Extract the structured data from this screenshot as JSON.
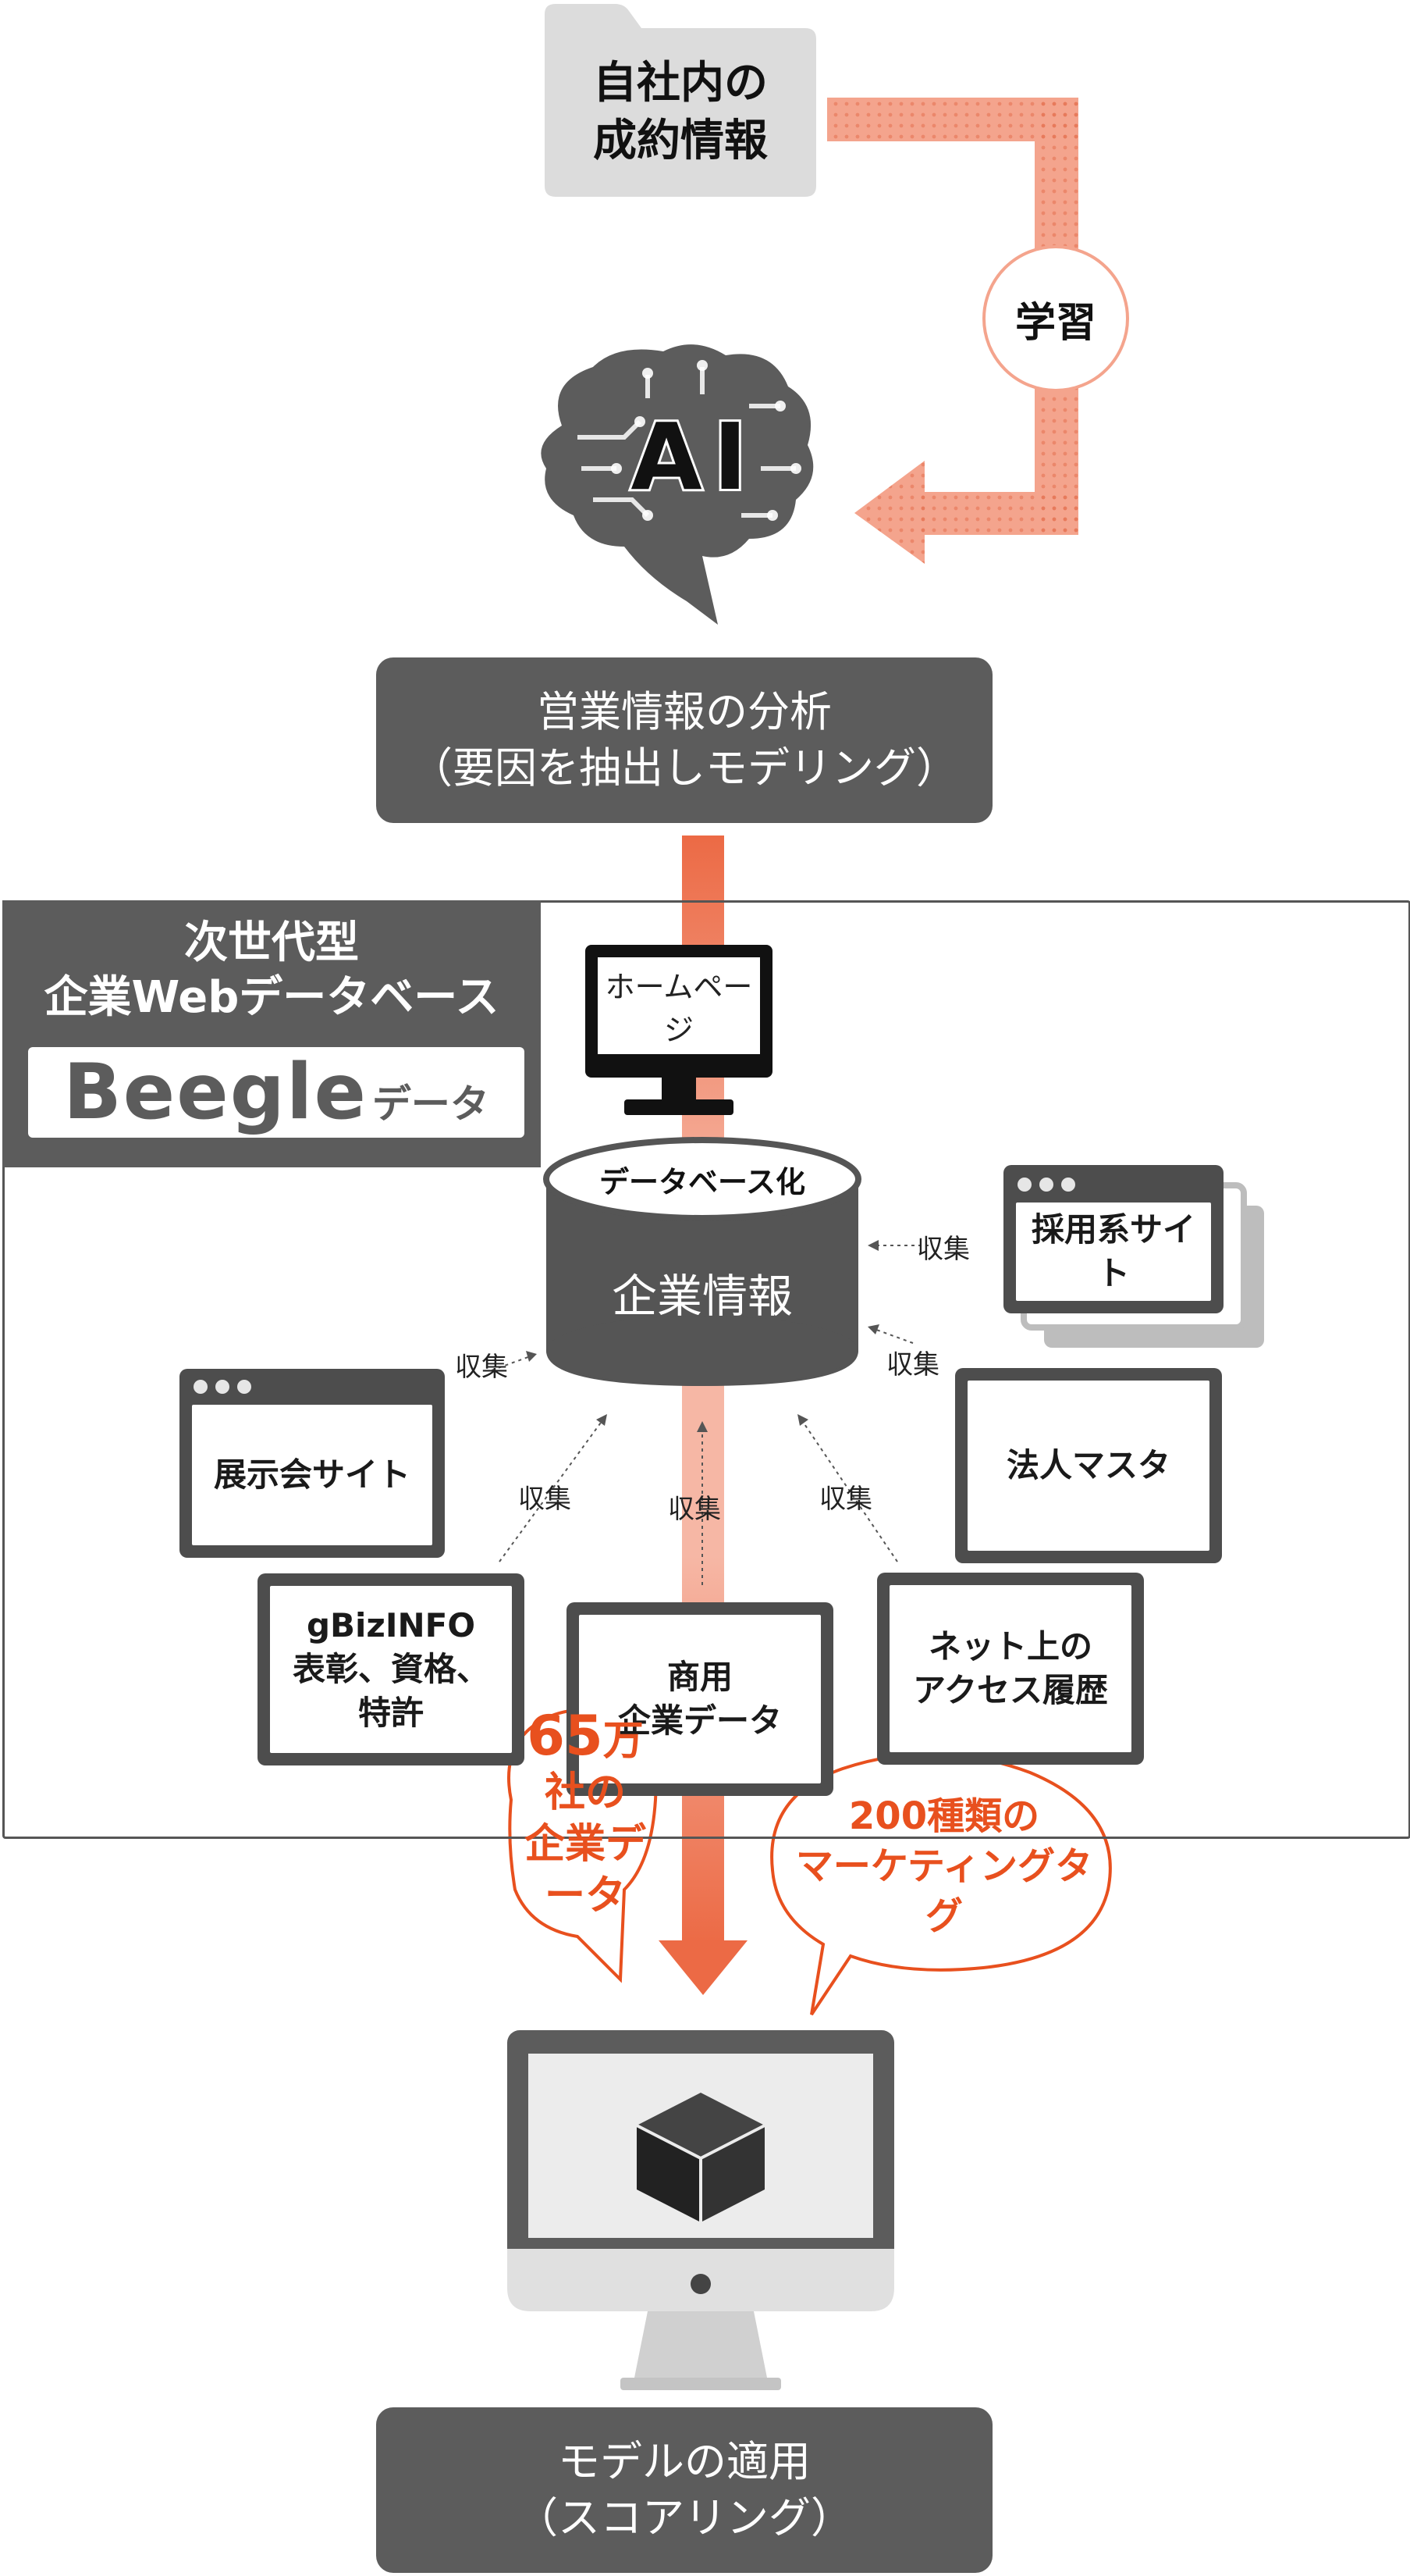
{
  "source_box": {
    "line1": "自社内の",
    "line2": "成約情報"
  },
  "learning_label": "学習",
  "ai_label": "AI",
  "analysis_box": {
    "line1": "営業情報の分析",
    "line2": "（要因を抽出しモデリング）"
  },
  "beegle": {
    "heading_line1": "次世代型",
    "heading_line2": "企業Webデータベース",
    "logo_main": "Beegle",
    "logo_sub": "データ"
  },
  "homepage_label": "ホームページ",
  "database": {
    "top_label": "データベース化",
    "main_label": "企業情報"
  },
  "collect_label": "収集",
  "sources": [
    {
      "id": "recruit",
      "label": "採用系サイト"
    },
    {
      "id": "corp-master",
      "label": "法人マスタ"
    },
    {
      "id": "exhibition",
      "label": "展示会サイト"
    },
    {
      "id": "gbizinfo",
      "lines": [
        "gBizINFO",
        "表彰、資格、",
        "特許"
      ]
    },
    {
      "id": "commercial",
      "lines": [
        "商用",
        "企業データ"
      ]
    },
    {
      "id": "access",
      "lines": [
        "ネット上の",
        "アクセス履歴"
      ]
    }
  ],
  "bubbles": {
    "companies": {
      "number": "65",
      "rest_line1": "万社の",
      "line2": "企業データ"
    },
    "tags": {
      "line1": "200種類の",
      "line2": "マーケティングタグ"
    }
  },
  "result_box": {
    "line1": "モデルの適用",
    "line2": "（スコアリング）"
  },
  "colors": {
    "dark_gray": "#5c5c5c",
    "window_gray": "#4d4d4d",
    "light_gray": "#dcdcdc",
    "arrow_salmon": "#f4a48d",
    "arrow_orange": "#ec6a45",
    "accent_orange": "#e8501e"
  },
  "icons": [
    "folder-icon",
    "ai-brain-icon",
    "monitor-icon",
    "database-icon",
    "cube-icon",
    "computer-icon"
  ]
}
